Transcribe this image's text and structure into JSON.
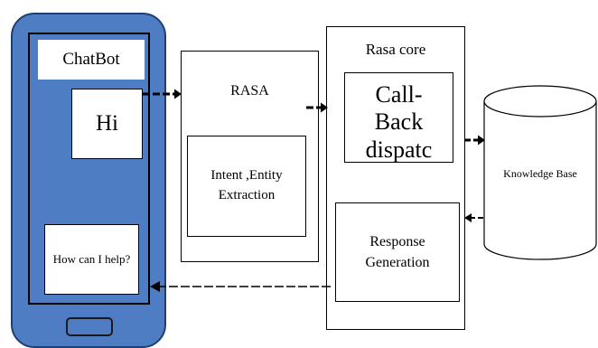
{
  "diagram": {
    "phone": {
      "chatbot_label": "ChatBot",
      "user_message": "Hi",
      "bot_reply": "How can I help?"
    },
    "rasa_nlu": {
      "title": "RASA",
      "intent_box": "Intent ,Entity Extraction"
    },
    "rasa_core": {
      "title": "Rasa core",
      "callback_box": "Call-Back dispatc",
      "response_box": "Response Generation"
    },
    "knowledge_base": {
      "label": "Knowledge Base"
    },
    "colors": {
      "phone_body": "#4f7dc3",
      "phone_border": "#1f3f72",
      "lines": "#000000"
    }
  }
}
